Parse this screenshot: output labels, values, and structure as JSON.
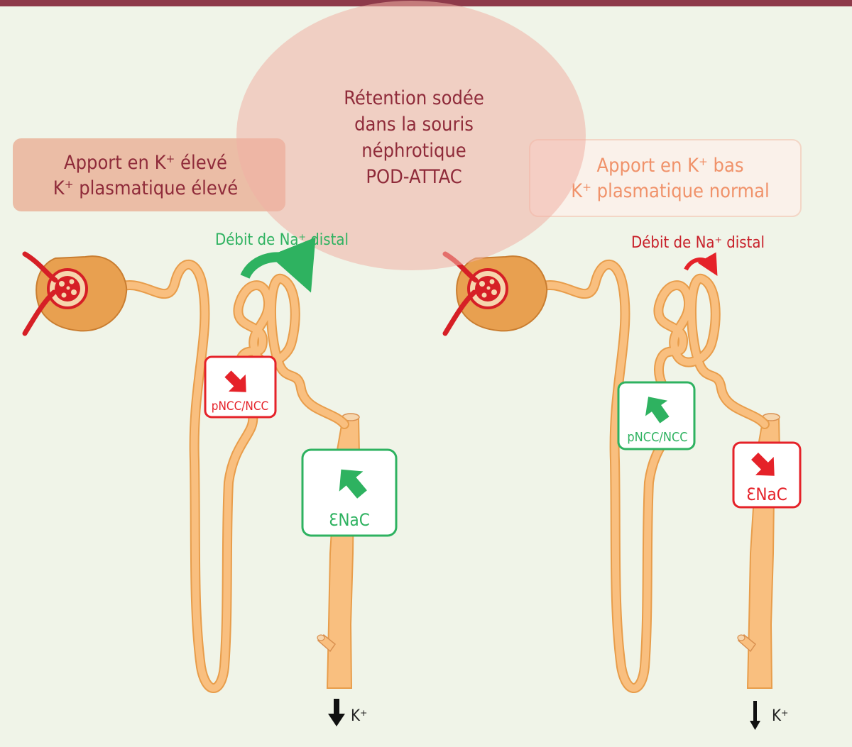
{
  "colors": {
    "background": "#f0f4e8",
    "top_bar": "#8e3a4a",
    "tubule": "#f9bf7f",
    "tubule_outline": "#e89d4b",
    "capsule": "#e8a050",
    "blood": "#d61f26",
    "green": "#2eb260",
    "red": "#e52229",
    "title_text": "#8f2b3a",
    "right_box_text": "#f0926a"
  },
  "center": {
    "lines": [
      "Rétention sodée",
      "dans la souris",
      "néphrotique",
      "POD-ATTAC"
    ]
  },
  "left": {
    "box_lines": [
      "Apport en K⁺ élevé",
      "K⁺ plasmatique élevé"
    ],
    "flow_label": "Débit de Na⁺ distal",
    "flow_level": "high",
    "ncc_label": "pNCC/NCC",
    "ncc_direction": "down",
    "enac_label": "ƐNaC",
    "enac_direction": "up",
    "k_label": "K⁺",
    "k_arrow": "large"
  },
  "right": {
    "box_lines": [
      "Apport en K⁺ bas",
      "K⁺ plasmatique normal"
    ],
    "flow_label": "Débit de Na⁺ distal",
    "flow_level": "low",
    "ncc_label": "pNCC/NCC",
    "ncc_direction": "up",
    "enac_label": "ƐNaC",
    "enac_direction": "down",
    "k_label": "K⁺",
    "k_arrow": "small"
  }
}
